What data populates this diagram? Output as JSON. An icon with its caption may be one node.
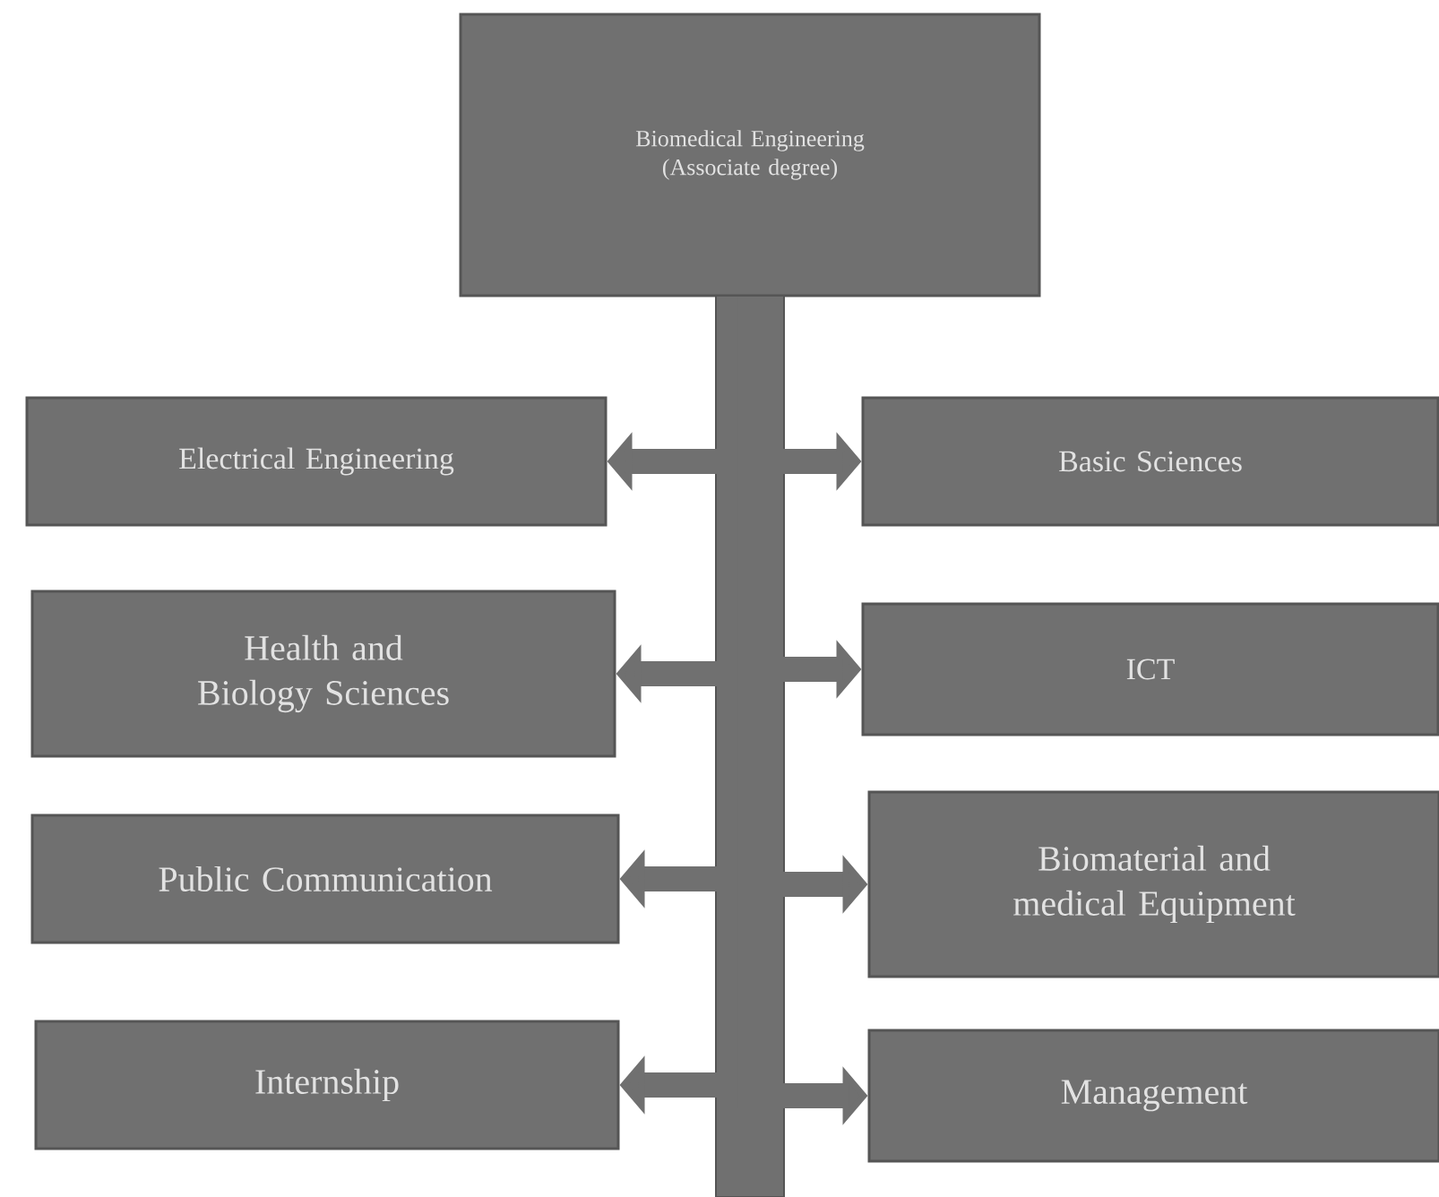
{
  "diagram": {
    "nodes": [
      {
        "text": [
          "Biomedical Engineering (Associate degree)"
        ]
      },
      {
        "text": [
          "Electrical Engineering"
        ]
      },
      {
        "text": [
          "Basic Sciences"
        ]
      },
      {
        "text": [
          "Health and Biology Sciences"
        ]
      },
      {
        "text": [
          "ICT"
        ]
      },
      {
        "text": [
          "Public Communication"
        ]
      },
      {
        "text": [
          "Biomaterial and medical Equipment"
        ]
      },
      {
        "text": [
          "Internship"
        ]
      },
      {
        "text": [
          "Management"
        ]
      }
    ],
    "edges": [
      {
        "from": 0,
        "to": 1,
        "arrow": "to"
      },
      {
        "from": 0,
        "to": 2,
        "arrow": "to"
      },
      {
        "from": 0,
        "to": 3,
        "arrow": "to"
      },
      {
        "from": 0,
        "to": 4,
        "arrow": "to"
      },
      {
        "from": 0,
        "to": 5,
        "arrow": "to"
      },
      {
        "from": 0,
        "to": 6,
        "arrow": "to"
      },
      {
        "from": 0,
        "to": 7,
        "arrow": "to"
      },
      {
        "from": 0,
        "to": 8,
        "arrow": "to"
      }
    ]
  }
}
